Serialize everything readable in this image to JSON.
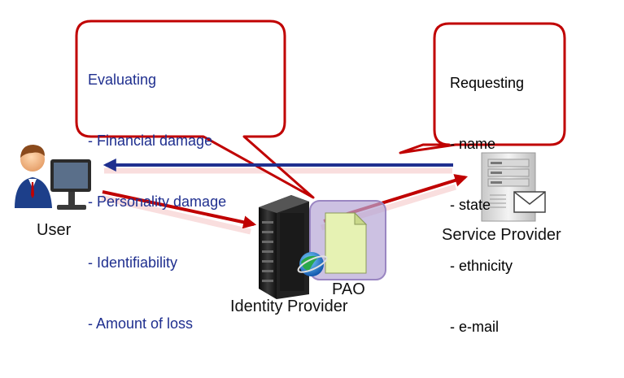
{
  "evaluating_callout": {
    "title": "Evaluating",
    "items": [
      "- Financial damage",
      "- Personality damage",
      "- Identifiability",
      "- Amount of loss"
    ]
  },
  "requesting_callout": {
    "title": "Requesting",
    "items": [
      "- name",
      "- state",
      "- ethnicity",
      "- e-mail"
    ]
  },
  "nodes": {
    "user": "User",
    "service_provider": "Service Provider",
    "identity_provider": "Identity Provider",
    "pao": "PAO"
  },
  "colors": {
    "callout_border": "#c00000",
    "red_arrow": "#c00000",
    "blue_arrow": "#1f2f8f",
    "evaluating_text": "#1f2f8f",
    "pao_box": "#b7a6d6",
    "document": "#e6f2b3"
  }
}
